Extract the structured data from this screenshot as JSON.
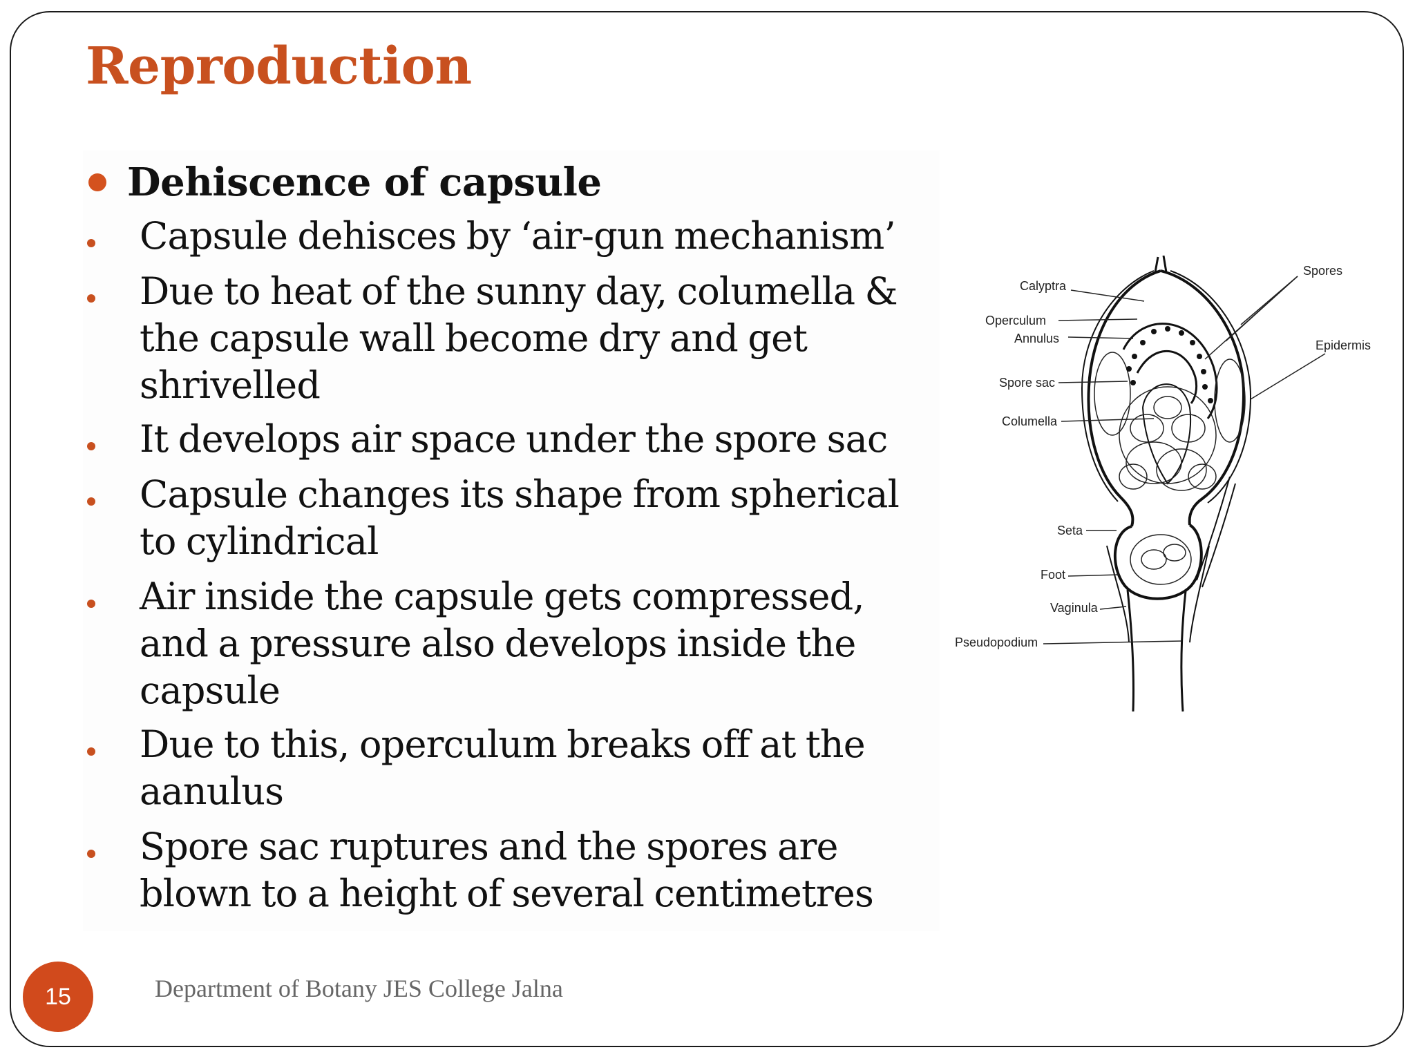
{
  "slide": {
    "title": "Reproduction",
    "heading": "Dehiscence of capsule",
    "bullets": [
      "Capsule dehisces by ‘air-gun mechanism’",
      "Due to heat of the sunny day, columella & the capsule wall become dry and get shrivelled",
      "It develops air space under the spore sac",
      "Capsule changes its shape from spherical to cylindrical",
      "Air inside the capsule gets compressed, and a pressure also develops inside the capsule",
      "Due to this, operculum breaks off at the aanulus",
      "Spore sac ruptures and the spores are blown to a height of several centimetres"
    ],
    "page_number": "15",
    "footer": "Department of Botany JES College Jalna"
  },
  "diagram": {
    "labels": {
      "calyptra": "Calyptra",
      "operculum": "Operculum",
      "annulus": "Annulus",
      "spore_sac": "Spore sac",
      "columella": "Columella",
      "seta": "Seta",
      "foot": "Foot",
      "vaginula": "Vaginula",
      "pseudopodium": "Pseudopodium",
      "spores": "Spores",
      "epidermis": "Epidermis"
    }
  },
  "colors": {
    "title": "#c8501f",
    "accent": "#d4521e",
    "badge": "#d14a1c",
    "footer_text": "#666666"
  }
}
